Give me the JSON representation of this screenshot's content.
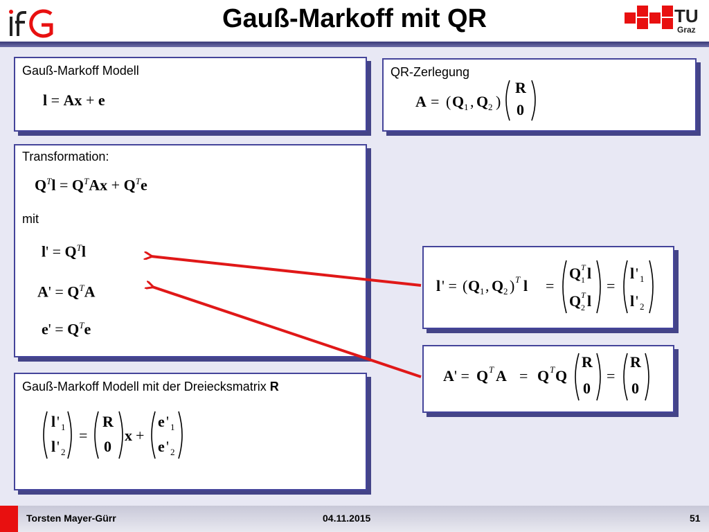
{
  "header": {
    "title": "Gauß-Markoff mit QR",
    "logo_left": "IfG",
    "logo_right_text": "TU",
    "logo_right_sub": "Graz"
  },
  "boxes": {
    "model_label": "Gauß-Markoff Modell",
    "qr_label": "QR-Zerlegung",
    "transformation_label": "Transformation:",
    "mit_label": "mit",
    "triangular_label": "Gauß-Markoff Modell mit der Dreiecksmatrix",
    "triangular_bold": "R"
  },
  "footer": {
    "author": "Torsten Mayer-Gürr",
    "date": "04.11.2015",
    "page": "51"
  },
  "colors": {
    "accent_red": "#e81010",
    "box_border": "#44449a",
    "arrow": "#e01818"
  }
}
